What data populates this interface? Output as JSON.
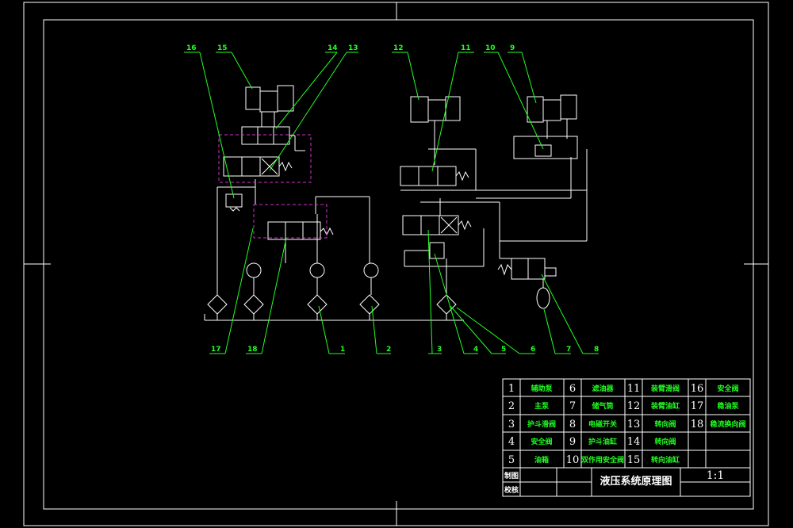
{
  "colors": {
    "background": "#000000",
    "linework": "#ffffff",
    "leader": "#22ff22",
    "pilot_dashed": "#cc33cc"
  },
  "callouts": [
    "16",
    "15",
    "14",
    "13",
    "12",
    "11",
    "10",
    "9",
    "17",
    "18",
    "1",
    "2",
    "3",
    "4",
    "5",
    "6",
    "7",
    "8"
  ],
  "parts_list": [
    {
      "no": "1",
      "name": "辅助泵"
    },
    {
      "no": "2",
      "name": "主泵"
    },
    {
      "no": "3",
      "name": "护斗滑阀"
    },
    {
      "no": "4",
      "name": "安全阀"
    },
    {
      "no": "5",
      "name": "油箱"
    },
    {
      "no": "6",
      "name": "滤油器"
    },
    {
      "no": "7",
      "name": "储气筒"
    },
    {
      "no": "8",
      "name": "电磁开关"
    },
    {
      "no": "9",
      "name": "护斗油缸"
    },
    {
      "no": "10",
      "name": "双作用安全阀"
    },
    {
      "no": "11",
      "name": "装臂滑阀"
    },
    {
      "no": "12",
      "name": "装臂油缸"
    },
    {
      "no": "13",
      "name": "转向阀"
    },
    {
      "no": "14",
      "name": "转向阀"
    },
    {
      "no": "15",
      "name": "转向油缸"
    },
    {
      "no": "16",
      "name": "安全阀"
    },
    {
      "no": "17",
      "name": "稳油泵"
    },
    {
      "no": "18",
      "name": "稳流换向阀"
    }
  ],
  "title_block": {
    "drawn_label": "制图",
    "checked_label": "校核",
    "drawing_title": "液压系统原理图",
    "scale": "1:1"
  }
}
